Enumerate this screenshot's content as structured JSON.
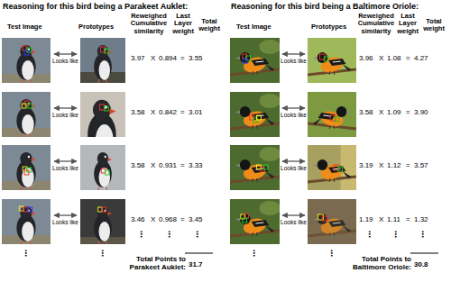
{
  "diagram": {
    "labels": [
      "Reasoning for this bird being a Parakeet Auklet:",
      "Reasoning for this bird being a Baltimore Oriole:",
      "Test Image",
      "Prototypes",
      "Reweighed Cumulative similarity",
      "Last Layer weight",
      "Total weight",
      "Test Image",
      "Prototypes",
      "Reweighed Cumulative similarity",
      "Last Layer weight",
      "Total weight",
      "Looks like",
      "3.97",
      "X",
      "0.894",
      "=",
      "3.55",
      "Looks like",
      "3.96",
      "X",
      "1.08",
      "=",
      "4.27",
      "Looks like",
      "3.58",
      "X",
      "0.842",
      "=",
      "3.01",
      "Looks like",
      "3.58",
      "X",
      "1.09",
      "=",
      "3.90",
      "Looks like",
      "3.58",
      "X",
      "0.931",
      "=",
      "3.33",
      "Looks like",
      "3.19",
      "X",
      "1.12",
      "=",
      "3.57",
      "Looks like",
      "3.46",
      "X",
      "0.968",
      "=",
      "3.45",
      "Looks like",
      "1.19",
      "X",
      "1.11",
      "=",
      "1.32",
      "⋮",
      "⋮",
      "⋮",
      "⋮",
      "⋮",
      "⋮",
      "⋮",
      "⋮",
      "⋮",
      "⋮",
      "Total Points to Parakeet Auklet:",
      "31.7",
      "Total Points to Baltimore Oriole:",
      "30.8"
    ]
  }
}
